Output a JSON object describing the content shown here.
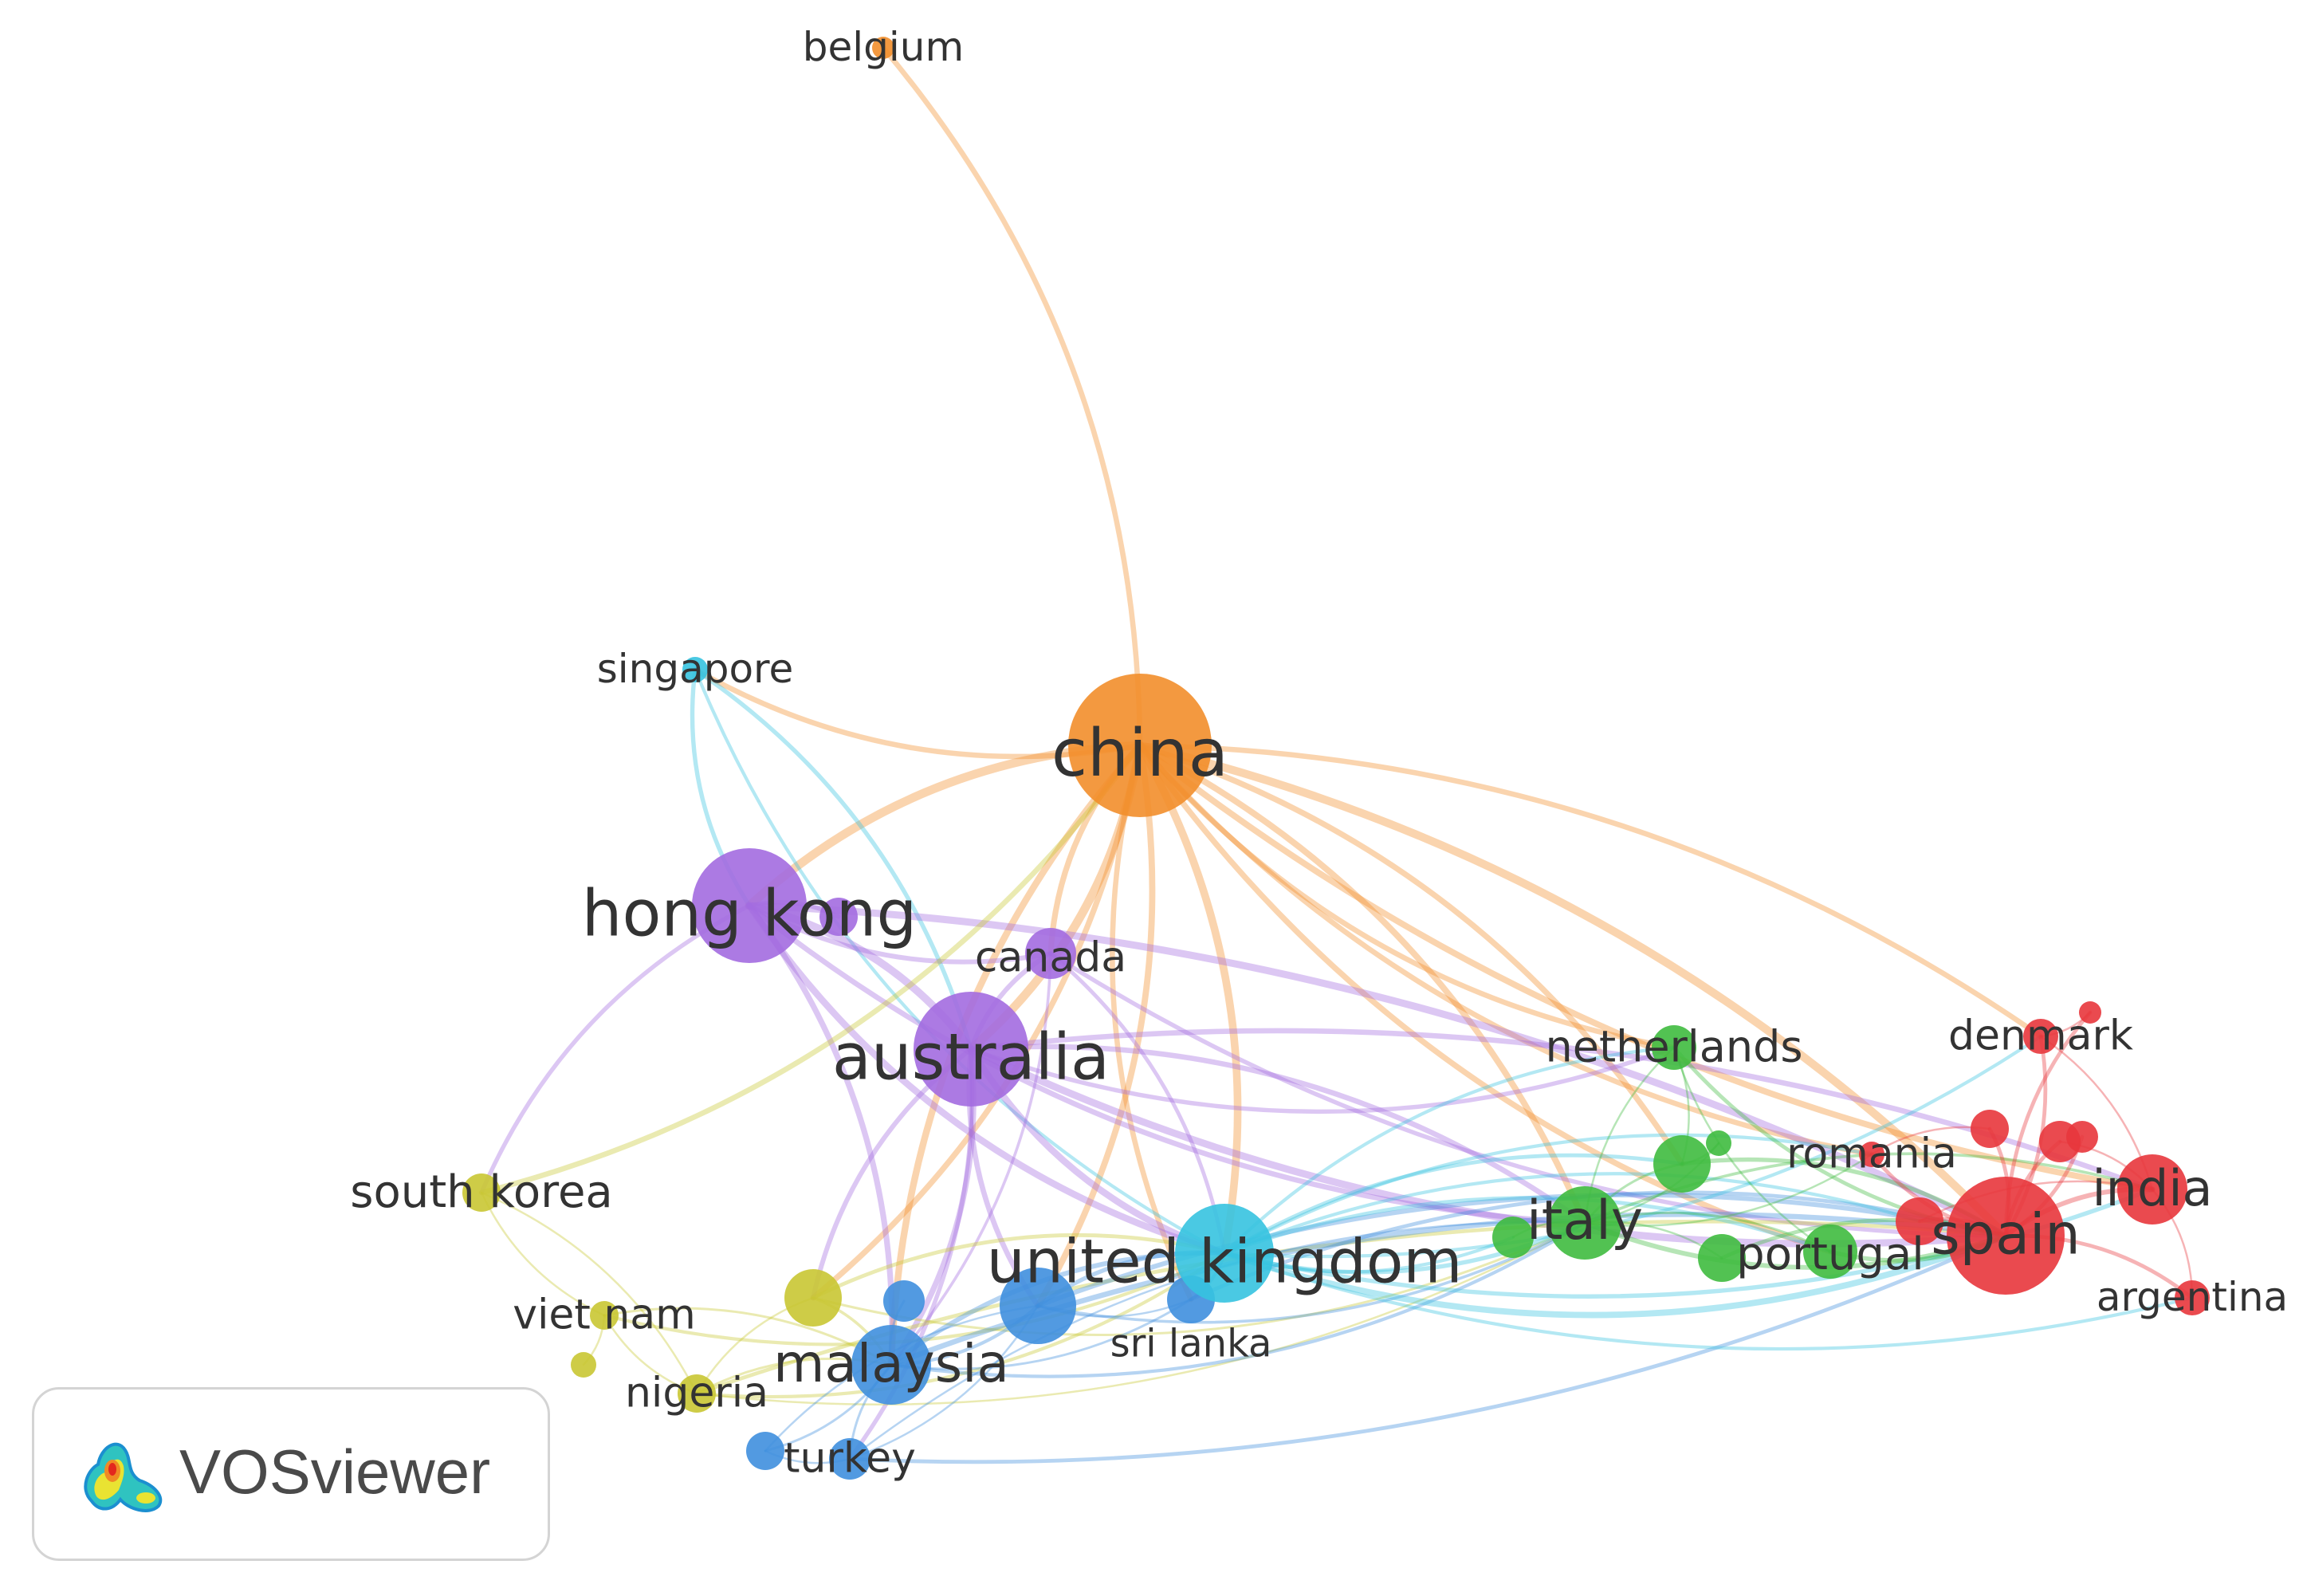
{
  "network": {
    "colors": {
      "orange": "#f28e2b",
      "purple": "#a36be0",
      "cyan": "#36c3e0",
      "blue": "#3f8fde",
      "green": "#3fbb3f",
      "red": "#e8363c",
      "yellow": "#c9c733"
    },
    "nodes": [
      {
        "id": "belgium",
        "label": "belgium",
        "cluster": "orange",
        "weight": 1
      },
      {
        "id": "china",
        "label": "china",
        "cluster": "orange",
        "weight": 10
      },
      {
        "id": "singapore",
        "label": "singapore",
        "cluster": "cyan",
        "weight": 1
      },
      {
        "id": "hong-kong",
        "label": "hong kong",
        "cluster": "purple",
        "weight": 8
      },
      {
        "id": "hk-sat",
        "label": "",
        "cluster": "purple",
        "weight": 1
      },
      {
        "id": "canada",
        "label": "canada",
        "cluster": "purple",
        "weight": 2
      },
      {
        "id": "australia",
        "label": "australia",
        "cluster": "purple",
        "weight": 8
      },
      {
        "id": "south-korea",
        "label": "south korea",
        "cluster": "yellow",
        "weight": 1
      },
      {
        "id": "viet-nam",
        "label": "viet nam",
        "cluster": "yellow",
        "weight": 1
      },
      {
        "id": "yellow-a",
        "label": "",
        "cluster": "yellow",
        "weight": 2
      },
      {
        "id": "yellow-b",
        "label": "",
        "cluster": "yellow",
        "weight": 1
      },
      {
        "id": "nigeria",
        "label": "nigeria",
        "cluster": "yellow",
        "weight": 1
      },
      {
        "id": "malaysia",
        "label": "malaysia",
        "cluster": "blue",
        "weight": 4
      },
      {
        "id": "blue-a",
        "label": "",
        "cluster": "blue",
        "weight": 1
      },
      {
        "id": "blue-b",
        "label": "",
        "cluster": "blue",
        "weight": 3
      },
      {
        "id": "sri-lanka",
        "label": "sri lanka",
        "cluster": "blue",
        "weight": 1
      },
      {
        "id": "turkey",
        "label": "turkey",
        "cluster": "blue",
        "weight": 1
      },
      {
        "id": "blue-c",
        "label": "",
        "cluster": "blue",
        "weight": 1
      },
      {
        "id": "united-kingdom",
        "label": "united kingdom",
        "cluster": "cyan",
        "weight": 6
      },
      {
        "id": "netherlands",
        "label": "netherlands",
        "cluster": "green",
        "weight": 1
      },
      {
        "id": "italy",
        "label": "italy",
        "cluster": "green",
        "weight": 3
      },
      {
        "id": "green-a",
        "label": "",
        "cluster": "green",
        "weight": 1
      },
      {
        "id": "green-b",
        "label": "",
        "cluster": "green",
        "weight": 2
      },
      {
        "id": "green-c",
        "label": "",
        "cluster": "green",
        "weight": 1
      },
      {
        "id": "green-d",
        "label": "",
        "cluster": "green",
        "weight": 1
      },
      {
        "id": "portugal",
        "label": "portugal",
        "cluster": "green",
        "weight": 2
      },
      {
        "id": "spain",
        "label": "spain",
        "cluster": "red",
        "weight": 7
      },
      {
        "id": "red-a",
        "label": "",
        "cluster": "red",
        "weight": 1
      },
      {
        "id": "india",
        "label": "india",
        "cluster": "red",
        "weight": 3
      },
      {
        "id": "red-b",
        "label": "",
        "cluster": "red",
        "weight": 1
      },
      {
        "id": "red-c",
        "label": "",
        "cluster": "red",
        "weight": 1
      },
      {
        "id": "red-d",
        "label": "",
        "cluster": "red",
        "weight": 1
      },
      {
        "id": "romania",
        "label": "romania",
        "cluster": "red",
        "weight": 1
      },
      {
        "id": "denmark",
        "label": "denmark",
        "cluster": "red",
        "weight": 1
      },
      {
        "id": "red-e",
        "label": "",
        "cluster": "red",
        "weight": 1
      },
      {
        "id": "argentina",
        "label": "argentina",
        "cluster": "red",
        "weight": 1
      }
    ],
    "links": [
      [
        "china",
        "belgium"
      ],
      [
        "china",
        "singapore"
      ],
      [
        "china",
        "hong-kong"
      ],
      [
        "china",
        "australia"
      ],
      [
        "china",
        "canada"
      ],
      [
        "china",
        "united-kingdom"
      ],
      [
        "china",
        "malaysia"
      ],
      [
        "china",
        "italy"
      ],
      [
        "china",
        "netherlands"
      ],
      [
        "china",
        "spain"
      ],
      [
        "china",
        "india"
      ],
      [
        "china",
        "denmark"
      ],
      [
        "china",
        "portugal"
      ],
      [
        "china",
        "yellow-a"
      ],
      [
        "china",
        "sri-lanka"
      ],
      [
        "china",
        "blue-b"
      ],
      [
        "china",
        "romania"
      ],
      [
        "china",
        "green-b"
      ],
      [
        "singapore",
        "hong-kong"
      ],
      [
        "singapore",
        "australia"
      ],
      [
        "singapore",
        "united-kingdom"
      ],
      [
        "hong-kong",
        "australia"
      ],
      [
        "hong-kong",
        "canada"
      ],
      [
        "hong-kong",
        "hk-sat"
      ],
      [
        "hong-kong",
        "united-kingdom"
      ],
      [
        "hong-kong",
        "malaysia"
      ],
      [
        "hong-kong",
        "south-korea"
      ],
      [
        "hong-kong",
        "spain"
      ],
      [
        "hong-kong",
        "italy"
      ],
      [
        "australia",
        "canada"
      ],
      [
        "australia",
        "united-kingdom"
      ],
      [
        "australia",
        "malaysia"
      ],
      [
        "australia",
        "spain"
      ],
      [
        "australia",
        "italy"
      ],
      [
        "australia",
        "netherlands"
      ],
      [
        "australia",
        "india"
      ],
      [
        "australia",
        "blue-b"
      ],
      [
        "australia",
        "turkey"
      ],
      [
        "australia",
        "yellow-a"
      ],
      [
        "canada",
        "united-kingdom"
      ],
      [
        "canada",
        "spain"
      ],
      [
        "canada",
        "malaysia"
      ],
      [
        "south-korea",
        "viet-nam"
      ],
      [
        "south-korea",
        "nigeria"
      ],
      [
        "south-korea",
        "china"
      ],
      [
        "viet-nam",
        "yellow-b"
      ],
      [
        "viet-nam",
        "nigeria"
      ],
      [
        "viet-nam",
        "malaysia"
      ],
      [
        "viet-nam",
        "united-kingdom"
      ],
      [
        "yellow-a",
        "malaysia"
      ],
      [
        "yellow-a",
        "nigeria"
      ],
      [
        "yellow-a",
        "united-kingdom"
      ],
      [
        "yellow-a",
        "italy"
      ],
      [
        "nigeria",
        "malaysia"
      ],
      [
        "nigeria",
        "united-kingdom"
      ],
      [
        "nigeria",
        "spain"
      ],
      [
        "nigeria",
        "italy"
      ],
      [
        "malaysia",
        "blue-a"
      ],
      [
        "malaysia",
        "blue-b"
      ],
      [
        "malaysia",
        "united-kingdom"
      ],
      [
        "malaysia",
        "turkey"
      ],
      [
        "malaysia",
        "blue-c"
      ],
      [
        "malaysia",
        "sri-lanka"
      ],
      [
        "malaysia",
        "spain"
      ],
      [
        "malaysia",
        "italy"
      ],
      [
        "blue-b",
        "united-kingdom"
      ],
      [
        "blue-b",
        "sri-lanka"
      ],
      [
        "blue-b",
        "spain"
      ],
      [
        "blue-b",
        "italy"
      ],
      [
        "blue-b",
        "turkey"
      ],
      [
        "blue-b",
        "blue-c"
      ],
      [
        "turkey",
        "blue-c"
      ],
      [
        "turkey",
        "spain"
      ],
      [
        "turkey",
        "italy"
      ],
      [
        "sri-lanka",
        "united-kingdom"
      ],
      [
        "sri-lanka",
        "spain"
      ],
      [
        "united-kingdom",
        "italy"
      ],
      [
        "united-kingdom",
        "netherlands"
      ],
      [
        "united-kingdom",
        "spain"
      ],
      [
        "united-kingdom",
        "portugal"
      ],
      [
        "united-kingdom",
        "india"
      ],
      [
        "united-kingdom",
        "romania"
      ],
      [
        "united-kingdom",
        "green-a"
      ],
      [
        "united-kingdom",
        "green-b"
      ],
      [
        "united-kingdom",
        "denmark"
      ],
      [
        "united-kingdom",
        "red-a"
      ],
      [
        "united-kingdom",
        "argentina"
      ],
      [
        "italy",
        "netherlands"
      ],
      [
        "italy",
        "spain"
      ],
      [
        "italy",
        "portugal"
      ],
      [
        "italy",
        "green-a"
      ],
      [
        "italy",
        "green-b"
      ],
      [
        "italy",
        "green-c"
      ],
      [
        "italy",
        "green-d"
      ],
      [
        "italy",
        "romania"
      ],
      [
        "italy",
        "india"
      ],
      [
        "netherlands",
        "spain"
      ],
      [
        "netherlands",
        "green-b"
      ],
      [
        "netherlands",
        "portugal"
      ],
      [
        "green-b",
        "spain"
      ],
      [
        "green-b",
        "green-c"
      ],
      [
        "green-d",
        "spain"
      ],
      [
        "portugal",
        "spain"
      ],
      [
        "spain",
        "india"
      ],
      [
        "spain",
        "red-a"
      ],
      [
        "spain",
        "romania"
      ],
      [
        "spain",
        "denmark"
      ],
      [
        "spain",
        "argentina"
      ],
      [
        "spain",
        "red-b"
      ],
      [
        "spain",
        "red-c"
      ],
      [
        "spain",
        "red-d"
      ],
      [
        "spain",
        "red-e"
      ],
      [
        "india",
        "denmark"
      ],
      [
        "india",
        "argentina"
      ],
      [
        "india",
        "red-c"
      ],
      [
        "romania",
        "red-b"
      ],
      [
        "denmark",
        "red-e"
      ],
      [
        "red-a",
        "india"
      ]
    ]
  },
  "branding": {
    "name": "VOSviewer",
    "logo_icon": "vosviewer-heatmap-logo-icon"
  }
}
